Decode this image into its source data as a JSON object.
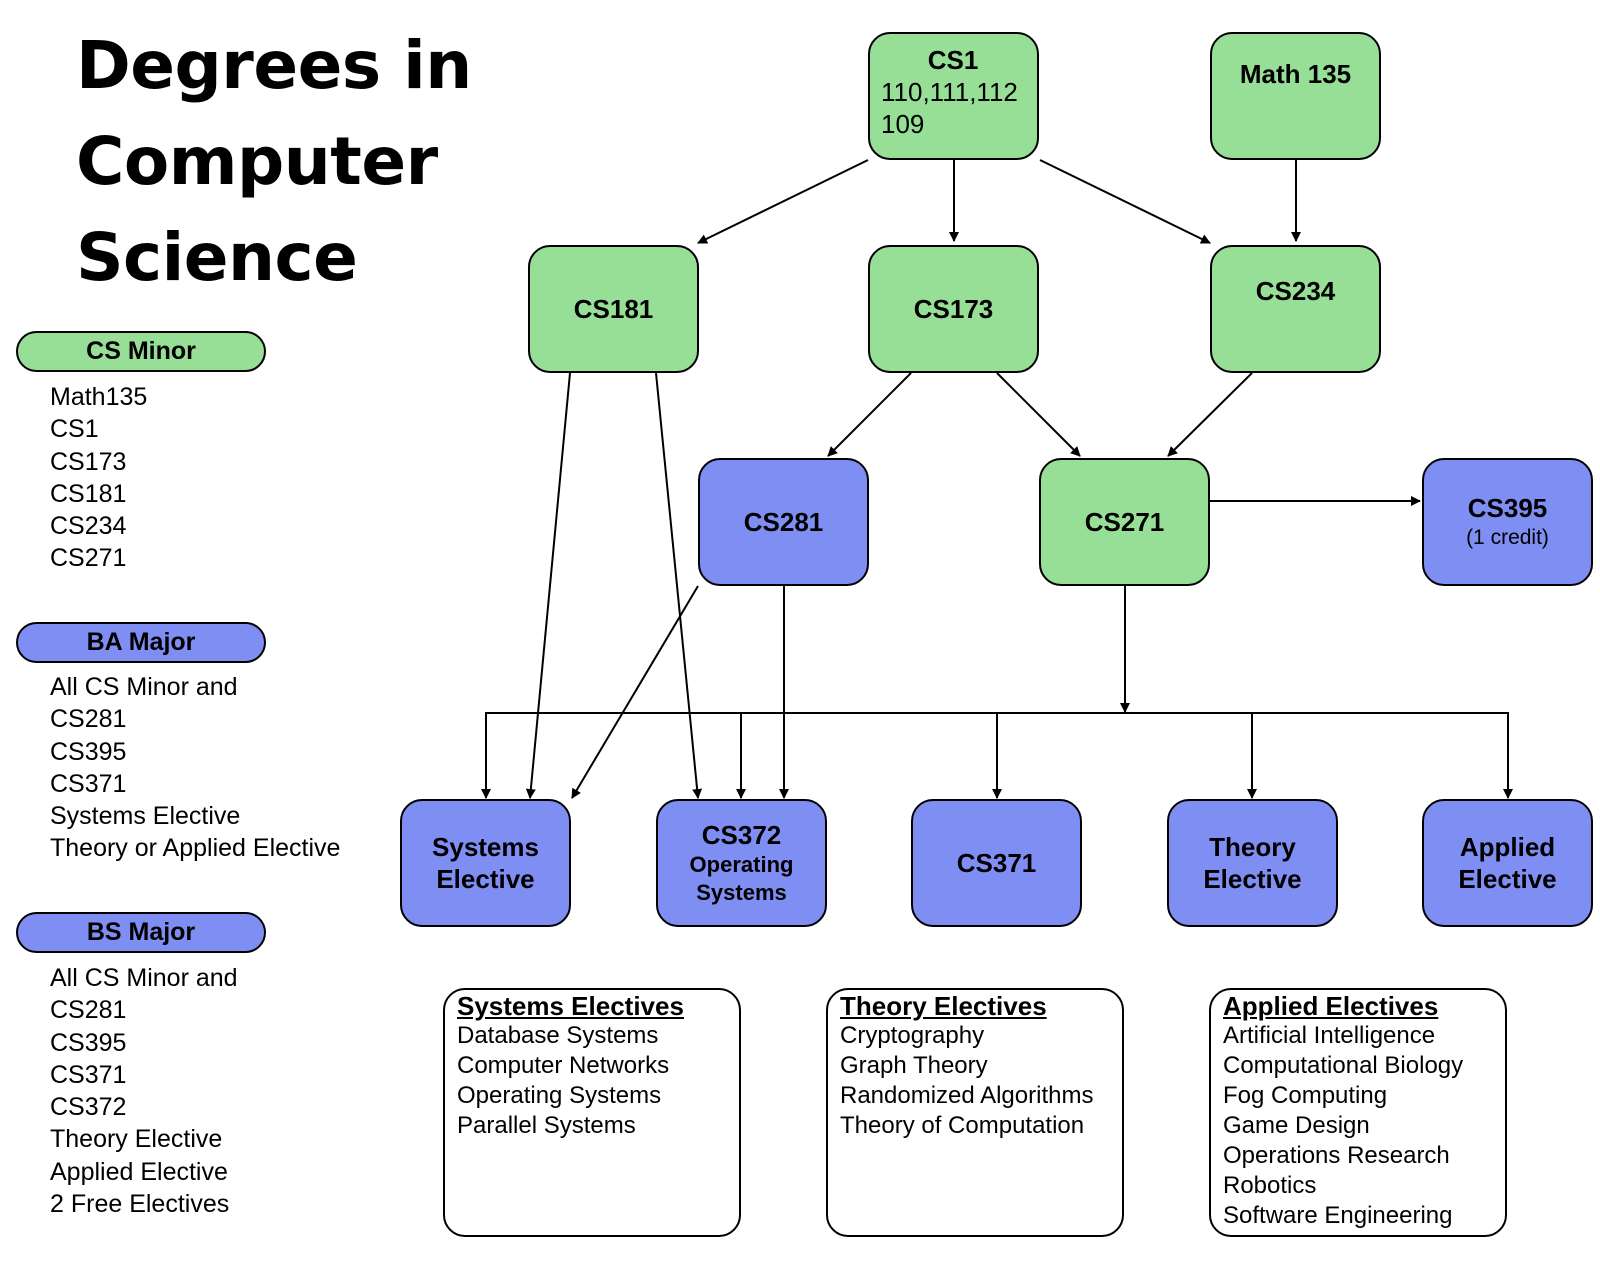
{
  "title_lines": [
    "Degrees in",
    "Computer",
    "Science"
  ],
  "colors": {
    "core": "#97de96",
    "major": "#7f8ef3"
  },
  "cs_minor": {
    "label": "CS Minor",
    "items": [
      "Math135",
      "CS1",
      "CS173",
      "CS181",
      "CS234",
      "CS271"
    ]
  },
  "ba_major": {
    "label": "BA Major",
    "items": [
      "All CS Minor and",
      "CS281",
      "CS395",
      "CS371",
      "Systems Elective",
      "Theory or Applied Elective"
    ]
  },
  "bs_major": {
    "label": "BS Major",
    "items": [
      "All CS Minor and",
      "CS281",
      "CS395",
      "CS371",
      "CS372",
      "Theory Elective",
      "Applied Elective",
      "2 Free Electives"
    ]
  },
  "nodes": {
    "cs1": {
      "title": "CS1",
      "line2": "110,111,112",
      "line3": "109"
    },
    "math135": {
      "title": "Math 135"
    },
    "cs181": {
      "title": "CS181"
    },
    "cs173": {
      "title": "CS173"
    },
    "cs234": {
      "title": "CS234"
    },
    "cs281": {
      "title": "CS281"
    },
    "cs271": {
      "title": "CS271"
    },
    "cs395": {
      "title": "CS395",
      "sub": "(1 credit)"
    },
    "systems_elective": {
      "line1": "Systems",
      "line2": "Elective"
    },
    "cs372": {
      "title": "CS372",
      "line2": "Operating",
      "line3": "Systems"
    },
    "cs371": {
      "title": "CS371"
    },
    "theory_elective": {
      "line1": "Theory",
      "line2": "Elective"
    },
    "applied_elective": {
      "line1": "Applied",
      "line2": "Elective"
    }
  },
  "edges": [
    [
      "cs1",
      "cs181"
    ],
    [
      "cs1",
      "cs173"
    ],
    [
      "cs1",
      "cs234"
    ],
    [
      "math135",
      "cs234"
    ],
    [
      "cs173",
      "cs281"
    ],
    [
      "cs173",
      "cs271"
    ],
    [
      "cs234",
      "cs271"
    ],
    [
      "cs271",
      "cs395"
    ],
    [
      "cs181",
      "systems_elective"
    ],
    [
      "cs181",
      "cs372"
    ],
    [
      "cs281",
      "systems_elective"
    ],
    [
      "cs281",
      "cs372"
    ],
    [
      "cs271",
      "systems_elective"
    ],
    [
      "cs271",
      "cs372"
    ],
    [
      "cs271",
      "cs371"
    ],
    [
      "cs271",
      "theory_elective"
    ],
    [
      "cs271",
      "applied_elective"
    ]
  ],
  "systems_electives": {
    "heading": "Systems Electives",
    "items": [
      "Database Systems",
      "Computer Networks",
      "Operating Systems",
      "Parallel Systems"
    ]
  },
  "theory_electives": {
    "heading": "Theory Electives",
    "items": [
      "Cryptography",
      "Graph Theory",
      "Randomized Algorithms",
      "Theory of Computation"
    ]
  },
  "applied_electives": {
    "heading": "Applied Electives",
    "items": [
      "Artificial Intelligence",
      "Computational Biology",
      "Fog Computing",
      "Game Design",
      "Operations Research",
      "Robotics",
      "Software Engineering"
    ]
  }
}
